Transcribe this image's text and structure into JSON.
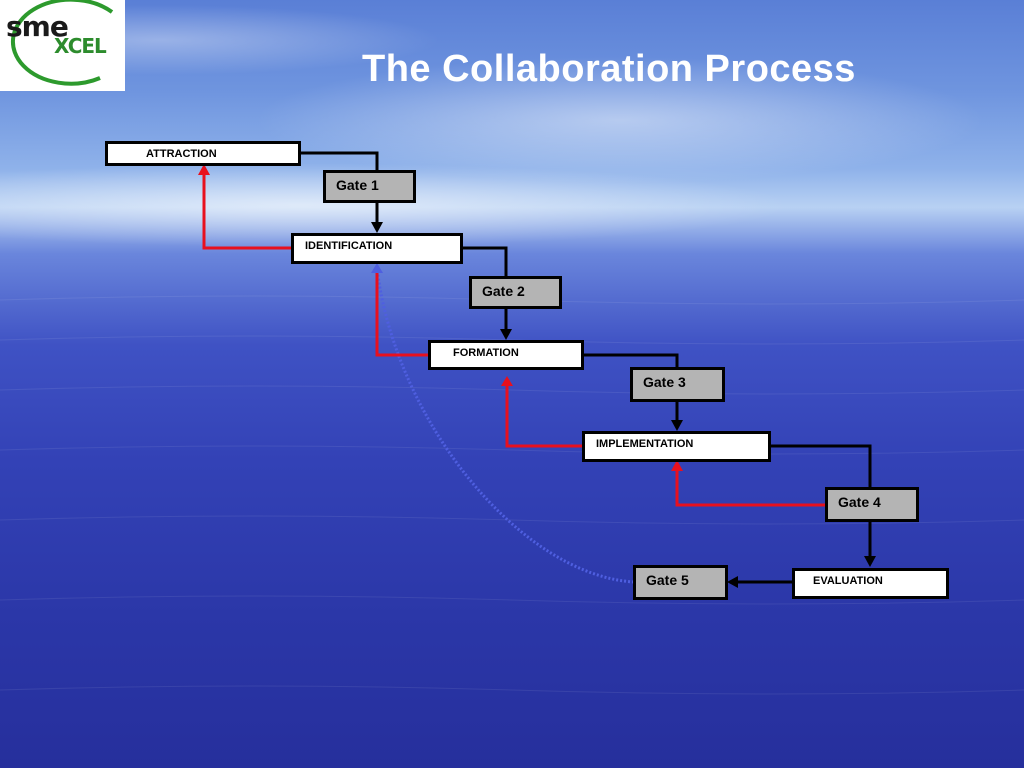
{
  "slide": {
    "title": "The Collaboration Process"
  },
  "logo": {
    "line1": "sme",
    "line2": "XCEL"
  },
  "stages": [
    "ATTRACTION",
    "IDENTIFICATION",
    "FORMATION",
    "IMPLEMENTATION",
    "EVALUATION"
  ],
  "gates": [
    "Gate 1",
    "Gate 2",
    "Gate 3",
    "Gate 4",
    "Gate 5"
  ],
  "colors": {
    "feedback_arrow": "#e8101e",
    "flow_arrow": "#000000",
    "gate_fill": "#b4b4b4",
    "dotted_return": "#4f5fe0"
  }
}
